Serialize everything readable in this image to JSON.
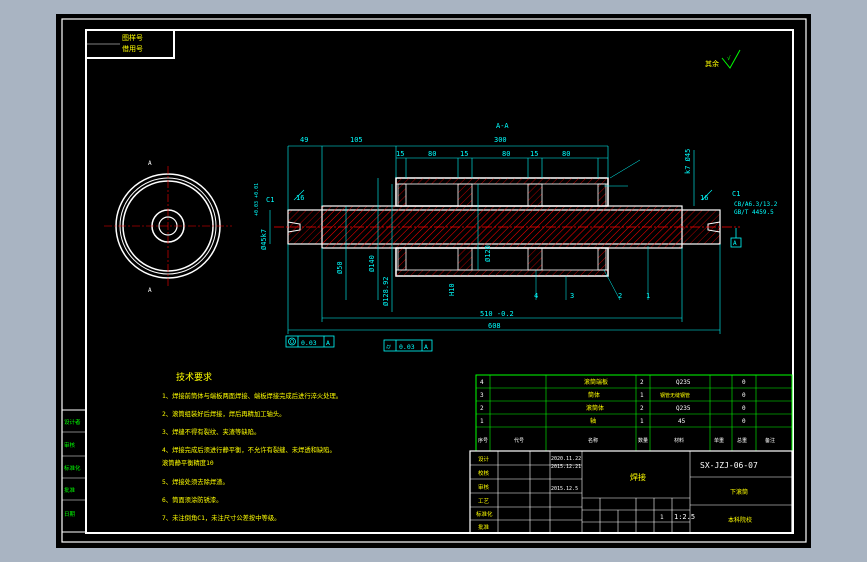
{
  "colors": {
    "background_outer": "#a9b4c2",
    "paper": "#000000",
    "frame": "#ffffff",
    "dim": "#00ffff",
    "outline": "#ffffff",
    "centerline": "#ff0000",
    "hatch": "#ff0000",
    "notes": "#ffff00",
    "table_grid": "#00ff00",
    "table_text": "#ffffff",
    "accent_green": "#00ff00"
  },
  "stamp": {
    "line1": "图样号",
    "line2": "借用号"
  },
  "roughness_note": "其余",
  "section_label": "A-A",
  "view_marks": {
    "a_top": "A",
    "a_bottom": "A"
  },
  "dimensions": {
    "d49": "49",
    "d105": "105",
    "d300": "300",
    "d15a": "15",
    "d80a": "80",
    "d15b": "15",
    "d80b": "80",
    "d15c": "15",
    "d80c": "80",
    "c1_left": "C1",
    "c1_right": "C1",
    "d16_left": "16",
    "d16_right": "16",
    "fit_left": "Ø45k7",
    "tol_left": "+0.03\n+0.01",
    "fit_right": "k7 Ø45",
    "d50": "Ø50",
    "d140": "Ø140",
    "h10": "H10",
    "d128": "Ø128.92",
    "d120": "Ø120",
    "d510": "510 -0.2",
    "d608": "608",
    "cb_note1": "CB/A6.3/13.2",
    "cb_note2": "GB/T 4459.5",
    "datum_a": "A"
  },
  "leaders": {
    "l1": "1",
    "l2": "2",
    "l3": "3",
    "l4": "4"
  },
  "gdt": {
    "coax_value": "0.03",
    "coax_datum": "A",
    "runout_value": "0.03",
    "runout_datum": "A"
  },
  "tech_notes": {
    "title": "技术要求",
    "items": [
      "1、焊接前筒体与端板两面焊接、端板焊接完成后进行淬火处理。",
      "2、滚筒组装好后焊接，焊后再精加工轴头。",
      "3、焊缝不得有裂纹、夹渣等缺陷。",
      "4、焊接完成后须进行静平衡，不允许有裂缝、未焊透和缺陷。",
      "   滚筒静平衡精度10",
      "5、焊接处须去除焊渣。",
      "6、筒面须涂防锈漆。",
      "7、未注倒角C1，未注尺寸公差按中等级。"
    ]
  },
  "bom": {
    "rows": [
      {
        "no": "4",
        "name": "滚筒端板",
        "qty": "2",
        "mat": "Q235",
        "w": "0"
      },
      {
        "no": "3",
        "name": "筒体",
        "qty": "1",
        "mat": "钢管无缝钢管",
        "w": "0"
      },
      {
        "no": "2",
        "name": "滚筒体",
        "qty": "2",
        "mat": "Q235",
        "w": "0"
      },
      {
        "no": "1",
        "name": "轴",
        "qty": "1",
        "mat": "45",
        "w": "0"
      }
    ],
    "header": {
      "no": "序号",
      "code": "代号",
      "name": "名称",
      "qty": "数量",
      "mat": "材料",
      "w1": "单重",
      "w2": "总重",
      "note": "备注"
    }
  },
  "title_block": {
    "drawing_no": "SX-JZJ-06-07",
    "part_name": "焊接",
    "assembly": "下滚筒",
    "school": "本科院校",
    "date1": "2020.11.22",
    "date2": "2015.12.21",
    "date3": "2015.12.5",
    "scale": "1:2.5",
    "sheet": "1",
    "roles": [
      "设计",
      "校核",
      "审核",
      "工艺",
      "标准化",
      "批准"
    ],
    "side_labels": [
      "设计者",
      "审核",
      "标准化",
      "批准",
      "日期"
    ]
  }
}
